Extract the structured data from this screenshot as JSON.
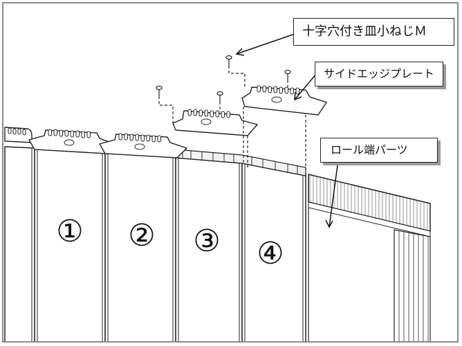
{
  "labels": {
    "screw": "十字穴付き皿小ねじＭ",
    "side_edge_plate": "サイドエッジプレート",
    "roll_end_parts": "ロール端パーツ"
  },
  "panels": [
    "①",
    "②",
    "③",
    "④"
  ]
}
